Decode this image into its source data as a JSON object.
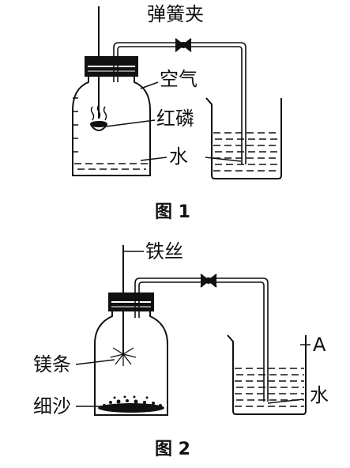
{
  "figure1": {
    "caption": "图 1",
    "labels": {
      "clamp": "弹簧夹",
      "air": "空气",
      "red_phosphorus": "红磷",
      "water": "水"
    }
  },
  "figure2": {
    "caption": "图 2",
    "labels": {
      "iron_wire": "铁丝",
      "magnesium_strip": "镁条",
      "fine_sand": "细沙",
      "mark_a": "A",
      "water": "水"
    }
  }
}
